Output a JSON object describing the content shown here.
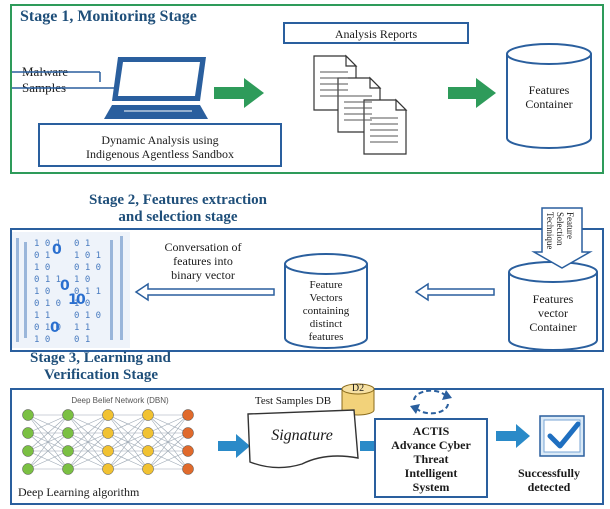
{
  "stage1": {
    "title": "Stage 1, Monitoring Stage",
    "analysis_reports": "Analysis Reports",
    "malware_line1": "Malware",
    "malware_line2": "Samples",
    "features_container_line1": "Features",
    "features_container_line2": "Container",
    "dynamic_line1": "Dynamic Analysis using",
    "dynamic_line2": "Indigenous Agentless Sandbox"
  },
  "stage2": {
    "title_line1": "Stage 2, Features extraction",
    "title_line2": "and selection stage",
    "conversation_line1": "Conversation of",
    "conversation_line2": "features into",
    "conversation_line3": "binary vector",
    "fv_line1": "Feature",
    "fv_line2": "Vectors",
    "fv_line3": "containing",
    "fv_line4": "distinct",
    "fv_line5": "features",
    "fvc_line1": "Features",
    "fvc_line2": "vector",
    "fvc_line3": "Container",
    "fst_line1": "Feature",
    "fst_line2": "Selection",
    "fst_line3": "Technique"
  },
  "stage3": {
    "title_line1": "Stage 3, Learning and",
    "title_line2": "Verification Stage",
    "dbn_title": "Deep Belief Network (DBN)",
    "deep_learning": "Deep Learning algorithm",
    "test_samples": "Test Samples DB",
    "d2": "D2",
    "signature": "Signature",
    "actis_line1": "ACTIS",
    "actis_line2": "Advance Cyber",
    "actis_line3": "Threat",
    "actis_line4": "Intelligent",
    "actis_line5": "System",
    "success_line1": "Successfully",
    "success_line2": "detected"
  },
  "colors": {
    "green": "#2e9b5a",
    "blue": "#2a5f9e",
    "title_blue": "#1f4f7a",
    "db_yellow": "#f2d27a",
    "node_green": "#7bc043",
    "node_yellow": "#f1c232",
    "node_orange": "#e06a2c"
  },
  "icons": {
    "computer": "computer-icon",
    "documents": "document-stack-icon",
    "database": "database-icon",
    "binary": "binary-data-icon",
    "checkmark": "checkmark-icon",
    "cycle": "cycle-arrows-icon"
  }
}
